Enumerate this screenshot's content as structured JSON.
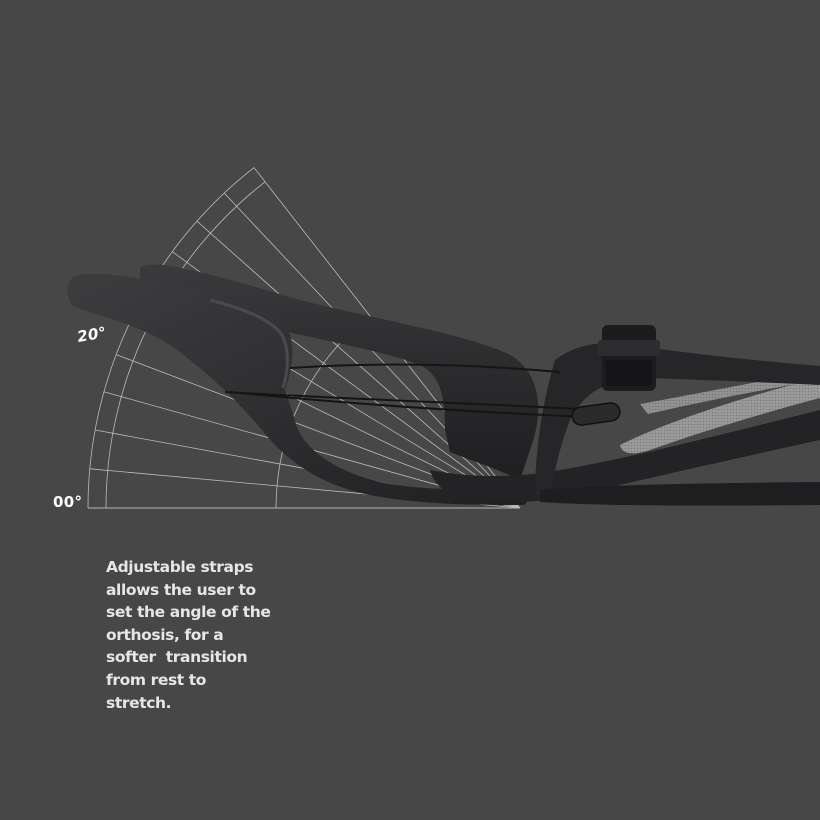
{
  "angle_scale": {
    "top_label": "20°",
    "bottom_label": "00°",
    "max_angle_deg": 20,
    "tick_count": 10
  },
  "caption": {
    "lines": [
      "Adjustable straps",
      "allows the user to",
      "set the angle of the",
      "orthosis, for a",
      "softer  transition",
      "from rest to",
      "stretch."
    ]
  },
  "colors": {
    "background": "#474747",
    "orthosis_shell": "#2b2b2d",
    "orthosis_dark": "#1d1d1f",
    "mesh": "#9a9a9a",
    "guide_lines": "#c8c8c8",
    "text": "#ffffff"
  },
  "icons": {
    "buckle": "strap-buckle-icon"
  }
}
